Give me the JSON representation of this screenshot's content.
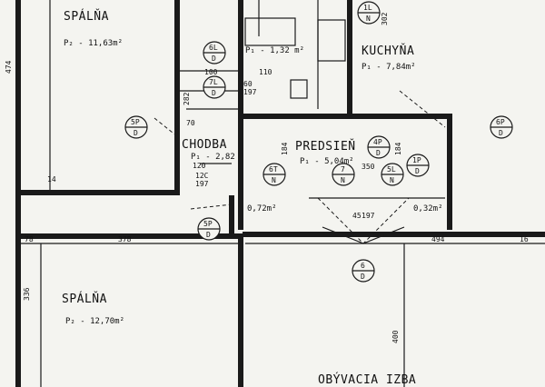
{
  "rooms": {
    "spalna_top": {
      "name": "SPÁLŇA",
      "area": "P₂ - 11,63m²"
    },
    "kuchyna": {
      "name": "KUCHYŇA",
      "area": "P₁ - 7,84m²"
    },
    "chodba": {
      "name": "CHODBA",
      "area": "P₁ - 2,82"
    },
    "predsien": {
      "name": "PREDSIEŇ",
      "area": "P₁ - 5,04m²"
    },
    "spalna_bottom": {
      "name": "SPÁLŇA",
      "area": "P₂ - 12,70m²"
    },
    "obyvacia": {
      "name": "OBÝVACIA IZBA"
    },
    "kupelna": {
      "area": "P₁ - 1,32 m²"
    }
  },
  "dimensions": {
    "d474": "474",
    "d302": "302",
    "d282": "282",
    "d184a": "184",
    "d184b": "184",
    "d378": "378",
    "d78": "78",
    "d494": "494",
    "d16": "16",
    "d336": "336",
    "d400": "400",
    "d350": "350",
    "d100": "100",
    "d110": "110",
    "d120": "120",
    "d60": "60",
    "d197": "197",
    "d70": "70",
    "d14": "14",
    "d12c": "12C",
    "d197b": "197",
    "d72": "0,72m²",
    "d32": "0,32m²",
    "d45": "45",
    "d197c": "197"
  },
  "tags": {
    "t1": {
      "top": "1L",
      "bottom": "N"
    },
    "t2": {
      "top": "6L",
      "bottom": "D"
    },
    "t3": {
      "top": "7L",
      "bottom": "D"
    },
    "t4": {
      "top": "5P",
      "bottom": "D"
    },
    "t5": {
      "top": "6P",
      "bottom": "D"
    },
    "t6": {
      "top": "4P",
      "bottom": "D"
    },
    "t7": {
      "top": "1P",
      "bottom": "D"
    },
    "t8": {
      "top": "6T",
      "bottom": "N"
    },
    "t9": {
      "top": "7",
      "bottom": "N"
    },
    "t10": {
      "top": "5L",
      "bottom": "N"
    },
    "t11": {
      "top": "5P",
      "bottom": "D"
    },
    "t12": {
      "top": "6",
      "bottom": "D"
    }
  }
}
